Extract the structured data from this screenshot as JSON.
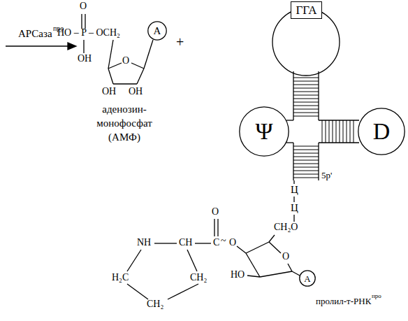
{
  "diagram": {
    "nodes": [
      {
        "text": [
          "A"
        ]
      },
      {
        "text": [
          "ГГА"
        ]
      },
      {
        "text": [
          "Ψ"
        ]
      },
      {
        "text": [
          "D"
        ]
      },
      {
        "text": [
          "A"
        ]
      }
    ],
    "labels": [
      "АРСаза",
      "про",
      "O",
      "HO – P – OCH₂",
      "OH",
      "O",
      "OH",
      "OH",
      "аденозин- монофосфат (АМФ)",
      "+",
      "5р'",
      "Ц",
      "Ц",
      "CH₂O",
      "O",
      "NH",
      "CH",
      "C",
      "~",
      "O",
      "H₂C",
      "CH₂",
      "CH₂",
      "HO",
      "O",
      "пролил-т-РНК",
      "про"
    ]
  }
}
